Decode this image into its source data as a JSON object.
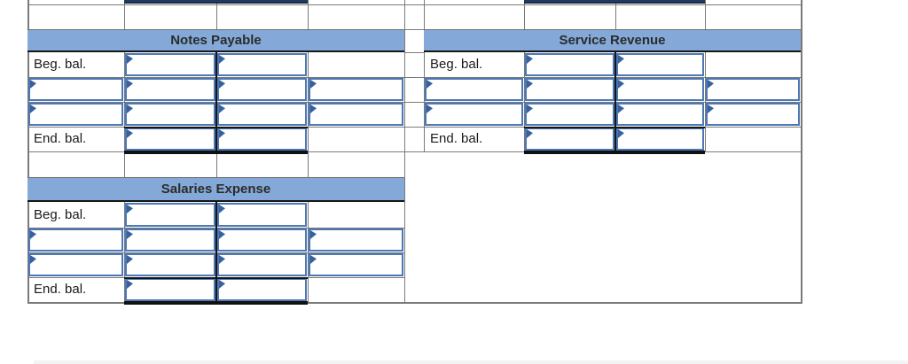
{
  "worksheet": {
    "accounts": [
      {
        "title": "Notes Payable",
        "beg_label": "Beg. bal.",
        "end_label": "End. bal.",
        "beg": {
          "debit": "",
          "credit": ""
        },
        "rows": [
          {
            "label": "",
            "debit": "",
            "credit": "",
            "right": ""
          },
          {
            "label": "",
            "debit": "",
            "credit": "",
            "right": ""
          }
        ],
        "end": {
          "debit": "",
          "credit": ""
        }
      },
      {
        "title": "Service Revenue",
        "beg_label": "Beg. bal.",
        "end_label": "End. bal.",
        "beg": {
          "debit": "",
          "credit": ""
        },
        "rows": [
          {
            "label": "",
            "debit": "",
            "credit": "",
            "right": ""
          },
          {
            "label": "",
            "debit": "",
            "credit": "",
            "right": ""
          }
        ],
        "end": {
          "debit": "",
          "credit": ""
        }
      },
      {
        "title": "Salaries Expense",
        "beg_label": "Beg. bal.",
        "end_label": "End. bal.",
        "beg": {
          "debit": "",
          "credit": ""
        },
        "rows": [
          {
            "label": "",
            "debit": "",
            "credit": "",
            "right": ""
          },
          {
            "label": "",
            "debit": "",
            "credit": "",
            "right": ""
          }
        ],
        "end": {
          "debit": "",
          "credit": ""
        }
      }
    ]
  },
  "icons": {
    "cell_flag": "dropdown-flag"
  },
  "colors": {
    "header_fill": "#84A9D8",
    "header_text": "#2B2B2B",
    "cell_border": "#4E78B4",
    "flag": "#35619F",
    "grid": "#7A7A7A",
    "dark_rule": "#161616",
    "label_text": "#1A1A1A",
    "prev_account_underline": "#1F3864",
    "footer_bar": "#F3F3F3"
  }
}
